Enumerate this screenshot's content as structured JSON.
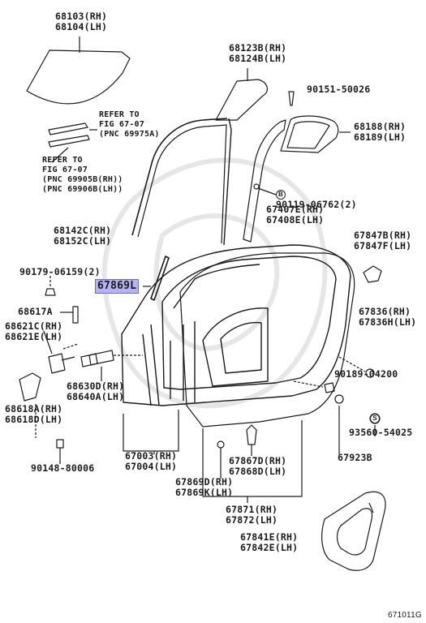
{
  "labels": {
    "p68103": [
      "68103(RH)",
      "68104(LH)"
    ],
    "p68123": [
      "68123B(RH)",
      "68124B(LH)"
    ],
    "p90151": "90151-50026",
    "refer1": [
      "REFER TO",
      "FIG 67-07",
      "(PNC 69975A)"
    ],
    "p68188": [
      "68188(RH)",
      "68189(LH)"
    ],
    "refer2": [
      "REFER TO",
      "FIG 67-07",
      "(PNC 69905B(RH))",
      "(PNC 69906B(LH))"
    ],
    "p90119": {
      "mark": "B",
      "text": "90119-06762(2)"
    },
    "p67407": [
      "67407E(RH)",
      "67408E(LH)"
    ],
    "p68142": [
      "68142C(RH)",
      "68152C(LH)"
    ],
    "p67847": [
      "67847B(RH)",
      "67847F(LH)"
    ],
    "p90179": "90179-06159(2)",
    "p67869L": "67869L",
    "p68617": "68617A",
    "p68621": [
      "68621C(RH)",
      "68621E(LH)"
    ],
    "p67836": [
      "67836(RH)",
      "67836H(LH)"
    ],
    "p68630": [
      "68630D(RH)",
      "68640A(LH)"
    ],
    "p90189": "90189-04200",
    "p68618": [
      "68618A(RH)",
      "68618D(LH)"
    ],
    "p93560": {
      "mark": "S",
      "text": "93560-54025"
    },
    "p90148": "90148-80006",
    "p67003": [
      "67003(RH)",
      "67004(LH)"
    ],
    "p67923": "67923B",
    "p67867": [
      "67867D(RH)",
      "67868D(LH)"
    ],
    "p67869": [
      "67869D(RH)",
      "67869K(LH)"
    ],
    "p67871": [
      "67871(RH)",
      "67872(LH)"
    ],
    "p67841": [
      "67841E(RH)",
      "67842E(LH)"
    ],
    "figure_id": "671011G"
  },
  "colors": {
    "highlight": "#b7b3f2",
    "line": "#1a1a1a"
  }
}
